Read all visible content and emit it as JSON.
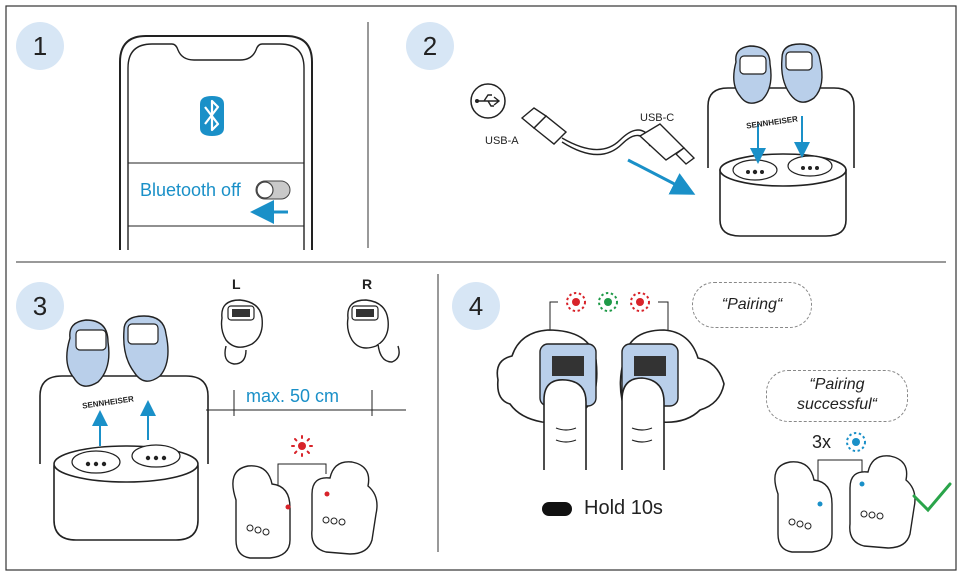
{
  "steps": [
    "1",
    "2",
    "3",
    "4"
  ],
  "panel1": {
    "bluetooth_label": "Bluetooth off"
  },
  "panel2": {
    "usb_a": "USB-A",
    "usb_c": "USB-C",
    "brand": "SENNHEISER"
  },
  "panel3": {
    "left": "L",
    "right": "R",
    "distance": "max. 50 cm",
    "brand": "SENNHEISER"
  },
  "panel4": {
    "pairing": "“Pairing“",
    "pairing_success_line1": "“Pairing",
    "pairing_success_line2": "successful“",
    "count": "3x",
    "hold": "Hold 10s"
  },
  "colors": {
    "accent_blue": "#1a90c8",
    "step_circle": "#d7e6f5",
    "earbud_blue": "#b9cfea",
    "led_red": "#d8232a",
    "led_green": "#1f9a48",
    "check_green": "#2aa44a"
  }
}
